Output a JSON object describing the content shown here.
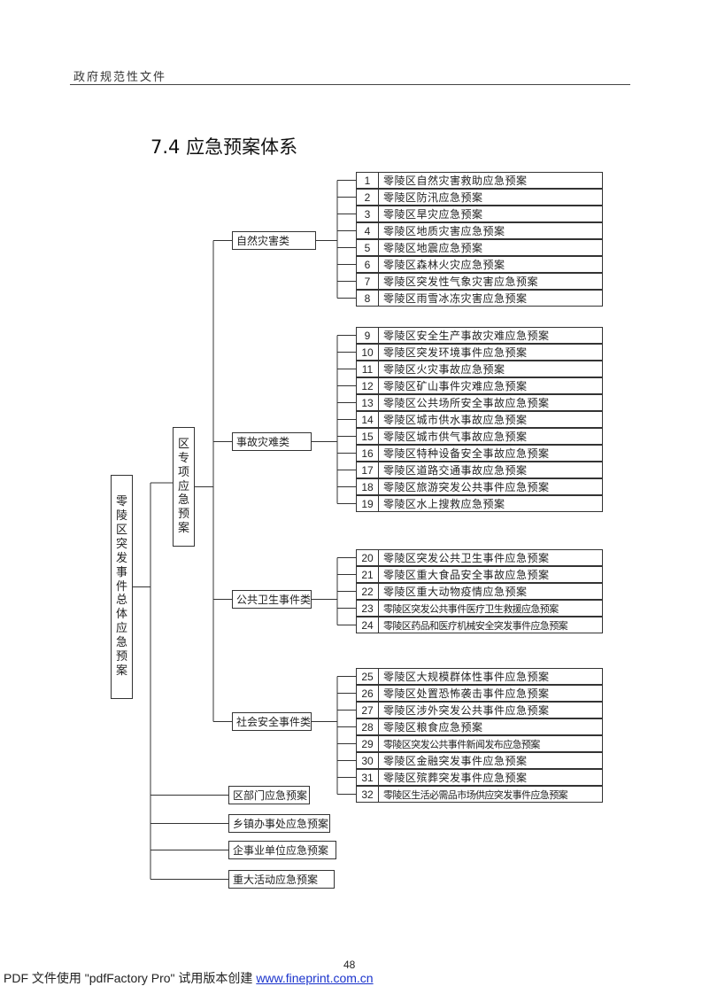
{
  "header": {
    "label": "政府规范性文件"
  },
  "section_title": "7.4 应急预案体系",
  "root": {
    "label": "零陵区突发事件总体应急预案"
  },
  "special": {
    "label": "区专项应急预案"
  },
  "categories": [
    {
      "label": "自然灾害类",
      "plans": [
        {
          "num": "1",
          "name": "零陵区自然灾害救助应急预案"
        },
        {
          "num": "2",
          "name": "零陵区防汛应急预案"
        },
        {
          "num": "3",
          "name": "零陵区旱灾应急预案"
        },
        {
          "num": "4",
          "name": "零陵区地质灾害应急预案"
        },
        {
          "num": "5",
          "name": "零陵区地震应急预案"
        },
        {
          "num": "6",
          "name": "零陵区森林火灾应急预案"
        },
        {
          "num": "7",
          "name": "零陵区突发性气象灾害应急预案"
        },
        {
          "num": "8",
          "name": "零陵区雨雪冰冻灾害应急预案"
        }
      ]
    },
    {
      "label": "事故灾难类",
      "plans": [
        {
          "num": "9",
          "name": "零陵区安全生产事故灾难应急预案"
        },
        {
          "num": "10",
          "name": "零陵区突发环境事件应急预案"
        },
        {
          "num": "11",
          "name": "零陵区火灾事故应急预案"
        },
        {
          "num": "12",
          "name": "零陵区矿山事件灾难应急预案"
        },
        {
          "num": "13",
          "name": "零陵区公共场所安全事故应急预案"
        },
        {
          "num": "14",
          "name": "零陵区城市供水事故应急预案"
        },
        {
          "num": "15",
          "name": "零陵区城市供气事故应急预案"
        },
        {
          "num": "16",
          "name": "零陵区特种设备安全事故应急预案"
        },
        {
          "num": "17",
          "name": "零陵区道路交通事故应急预案"
        },
        {
          "num": "18",
          "name": "零陵区旅游突发公共事件应急预案"
        },
        {
          "num": "19",
          "name": "零陵区水上搜救应急预案"
        }
      ]
    },
    {
      "label": "公共卫生事件类",
      "plans": [
        {
          "num": "20",
          "name": "零陵区突发公共卫生事件应急预案"
        },
        {
          "num": "21",
          "name": "零陵区重大食品安全事故应急预案"
        },
        {
          "num": "22",
          "name": "零陵区重大动物疫情应急预案"
        },
        {
          "num": "23",
          "name": "零陵区突发公共事件医疗卫生救援应急预案"
        },
        {
          "num": "24",
          "name": "零陵区药品和医疗机械安全突发事件应急预案"
        }
      ]
    },
    {
      "label": "社会安全事件类",
      "plans": [
        {
          "num": "25",
          "name": "零陵区大规模群体性事件应急预案"
        },
        {
          "num": "26",
          "name": "零陵区处置恐怖袭击事件应急预案"
        },
        {
          "num": "27",
          "name": "零陵区涉外突发公共事件应急预案"
        },
        {
          "num": "28",
          "name": "零陵区粮食应急预案"
        },
        {
          "num": "29",
          "name": "零陵区突发公共事件新闻发布应急预案"
        },
        {
          "num": "30",
          "name": "零陵区金融突发事件应急预案"
        },
        {
          "num": "31",
          "name": "零陵区殡葬突发事件应急预案"
        },
        {
          "num": "32",
          "name": "零陵区生活必需品市场供应突发事件应急预案"
        }
      ]
    }
  ],
  "other_plans": [
    {
      "label": "区部门应急预案"
    },
    {
      "label": "乡镇办事处应急预案"
    },
    {
      "label": "企事业单位应急预案"
    },
    {
      "label": "重大活动应急预案"
    }
  ],
  "page_number": "48",
  "footer": {
    "text": "PDF 文件使用 \"pdfFactory Pro\" 试用版本创建 ",
    "link": "www.fineprint.com.cn"
  }
}
